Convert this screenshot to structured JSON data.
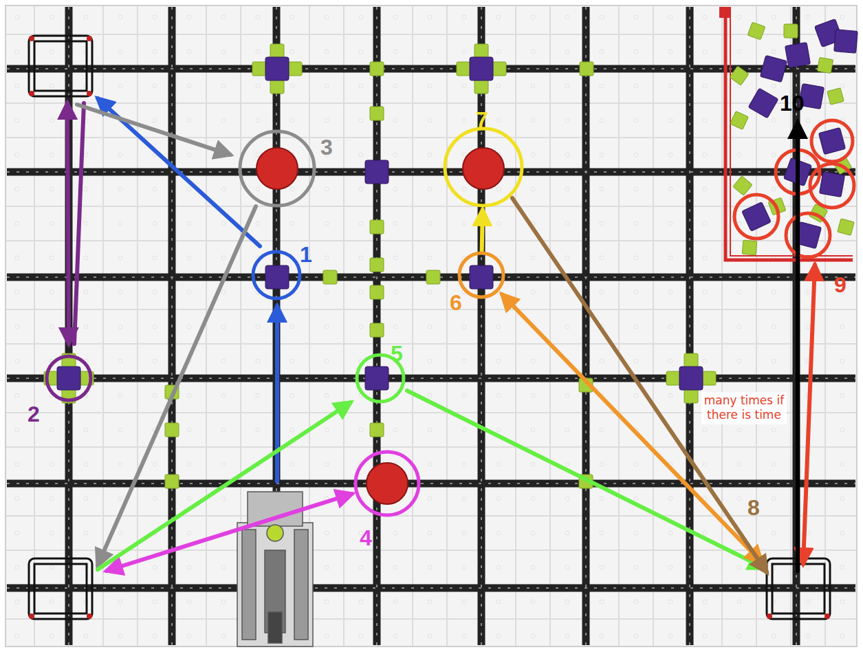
{
  "diagram": {
    "nodes": [
      {
        "text": [
          "1"
        ]
      },
      {
        "text": [
          "2"
        ]
      },
      {
        "text": [
          "3"
        ]
      },
      {
        "text": [
          "4"
        ]
      },
      {
        "text": [
          "5"
        ]
      },
      {
        "text": [
          "6"
        ]
      },
      {
        "text": [
          "7"
        ]
      }
    ],
    "edges": [
      {
        "from": 5,
        "to": 6,
        "arrow": "to"
      }
    ],
    "labels": [
      "8",
      "9",
      "10",
      "many times if there is time"
    ]
  }
}
